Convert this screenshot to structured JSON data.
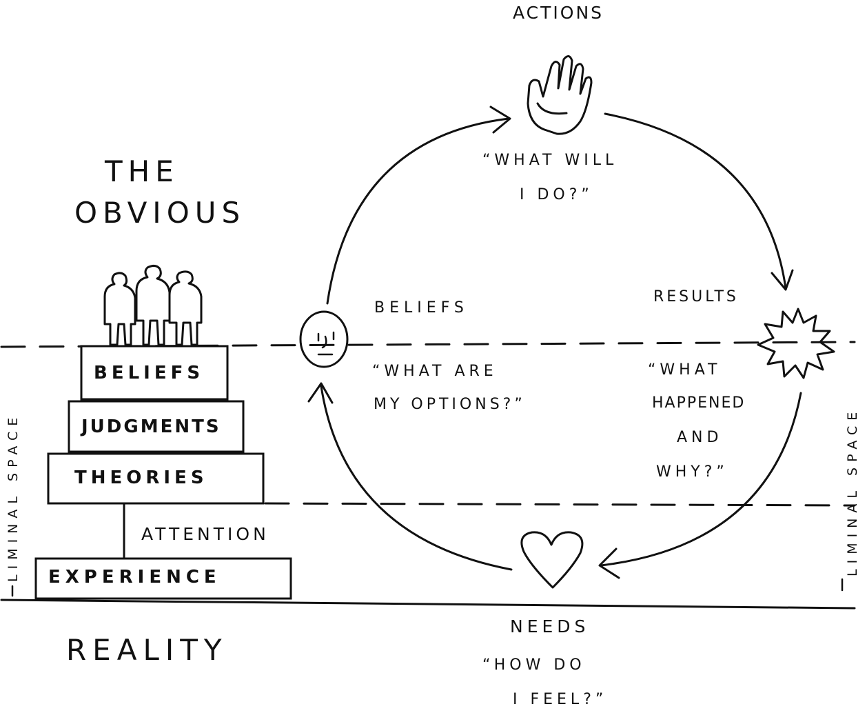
{
  "left": {
    "title_line1": "THE",
    "title_line2": "OBVIOUS",
    "steps": [
      {
        "label": "BELIEFS"
      },
      {
        "label": "JUDGMENTS"
      },
      {
        "label": "THEORIES"
      }
    ],
    "attention_label": "ATTENTION",
    "experience_label": "EXPERIENCE",
    "reality_label": "REALITY",
    "liminal_left": "LIMINAL SPACE"
  },
  "cycle": {
    "actions": {
      "label": "ACTIONS",
      "question_line1": "“WHAT WILL",
      "question_line2": "I DO?”",
      "icon": "hand-icon"
    },
    "results": {
      "label": "RESULTS",
      "question_line1": "“WHAT",
      "question_line2": "HAPPENED",
      "question_line3": "AND",
      "question_line4": "WHY?”",
      "icon": "starburst-icon"
    },
    "needs": {
      "label": "NEEDS",
      "question_line1": "“HOW DO",
      "question_line2": "I FEEL?”",
      "icon": "heart-icon"
    },
    "beliefs": {
      "label": "BELIEFS",
      "question_line1": "“WHAT ARE",
      "question_line2": "MY OPTIONS?”",
      "icon": "face-icon"
    }
  },
  "liminal_right": "LIMINAL SPACE"
}
